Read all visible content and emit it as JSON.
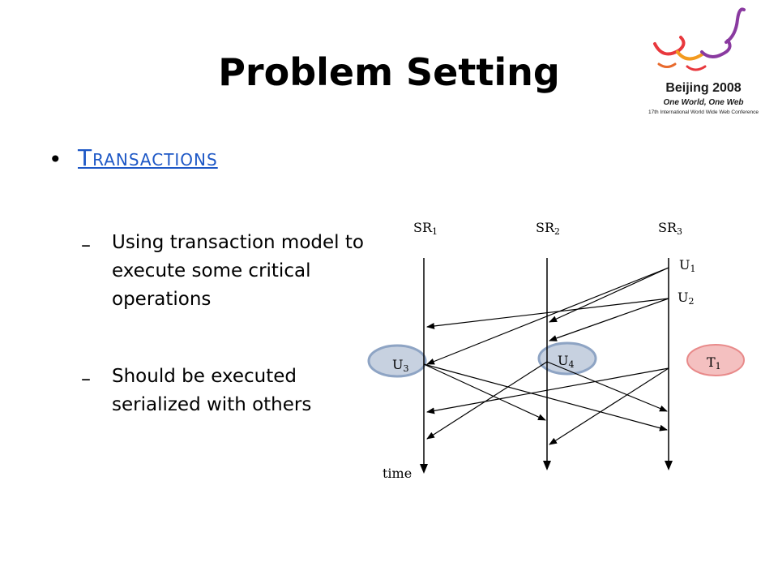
{
  "slide": {
    "title": "Problem Setting",
    "bullet_heading": "Transactions",
    "sub_bullets": [
      {
        "text": "Using transaction model to execute some critical operations"
      },
      {
        "text": "Should be executed serialized with others"
      }
    ]
  },
  "logo": {
    "line1": "Beijing 2008",
    "line2": "One World, One Web",
    "line3": "17th International World Wide Web Conference"
  },
  "diagram": {
    "servers": [
      {
        "base": "SR",
        "sub": "1"
      },
      {
        "base": "SR",
        "sub": "2"
      },
      {
        "base": "SR",
        "sub": "3"
      }
    ],
    "updates": [
      {
        "base": "U",
        "sub": "1"
      },
      {
        "base": "U",
        "sub": "2"
      },
      {
        "base": "U",
        "sub": "3"
      },
      {
        "base": "U",
        "sub": "4"
      },
      {
        "base": "T",
        "sub": "1"
      }
    ],
    "time_label": "time"
  },
  "colors": {
    "link": "#1e58c6",
    "update_node_fill": "#c7d1e0",
    "update_node_stroke": "#8ea4c4",
    "transaction_node_fill": "#f4c0c0",
    "transaction_node_stroke": "#e88a8a"
  }
}
